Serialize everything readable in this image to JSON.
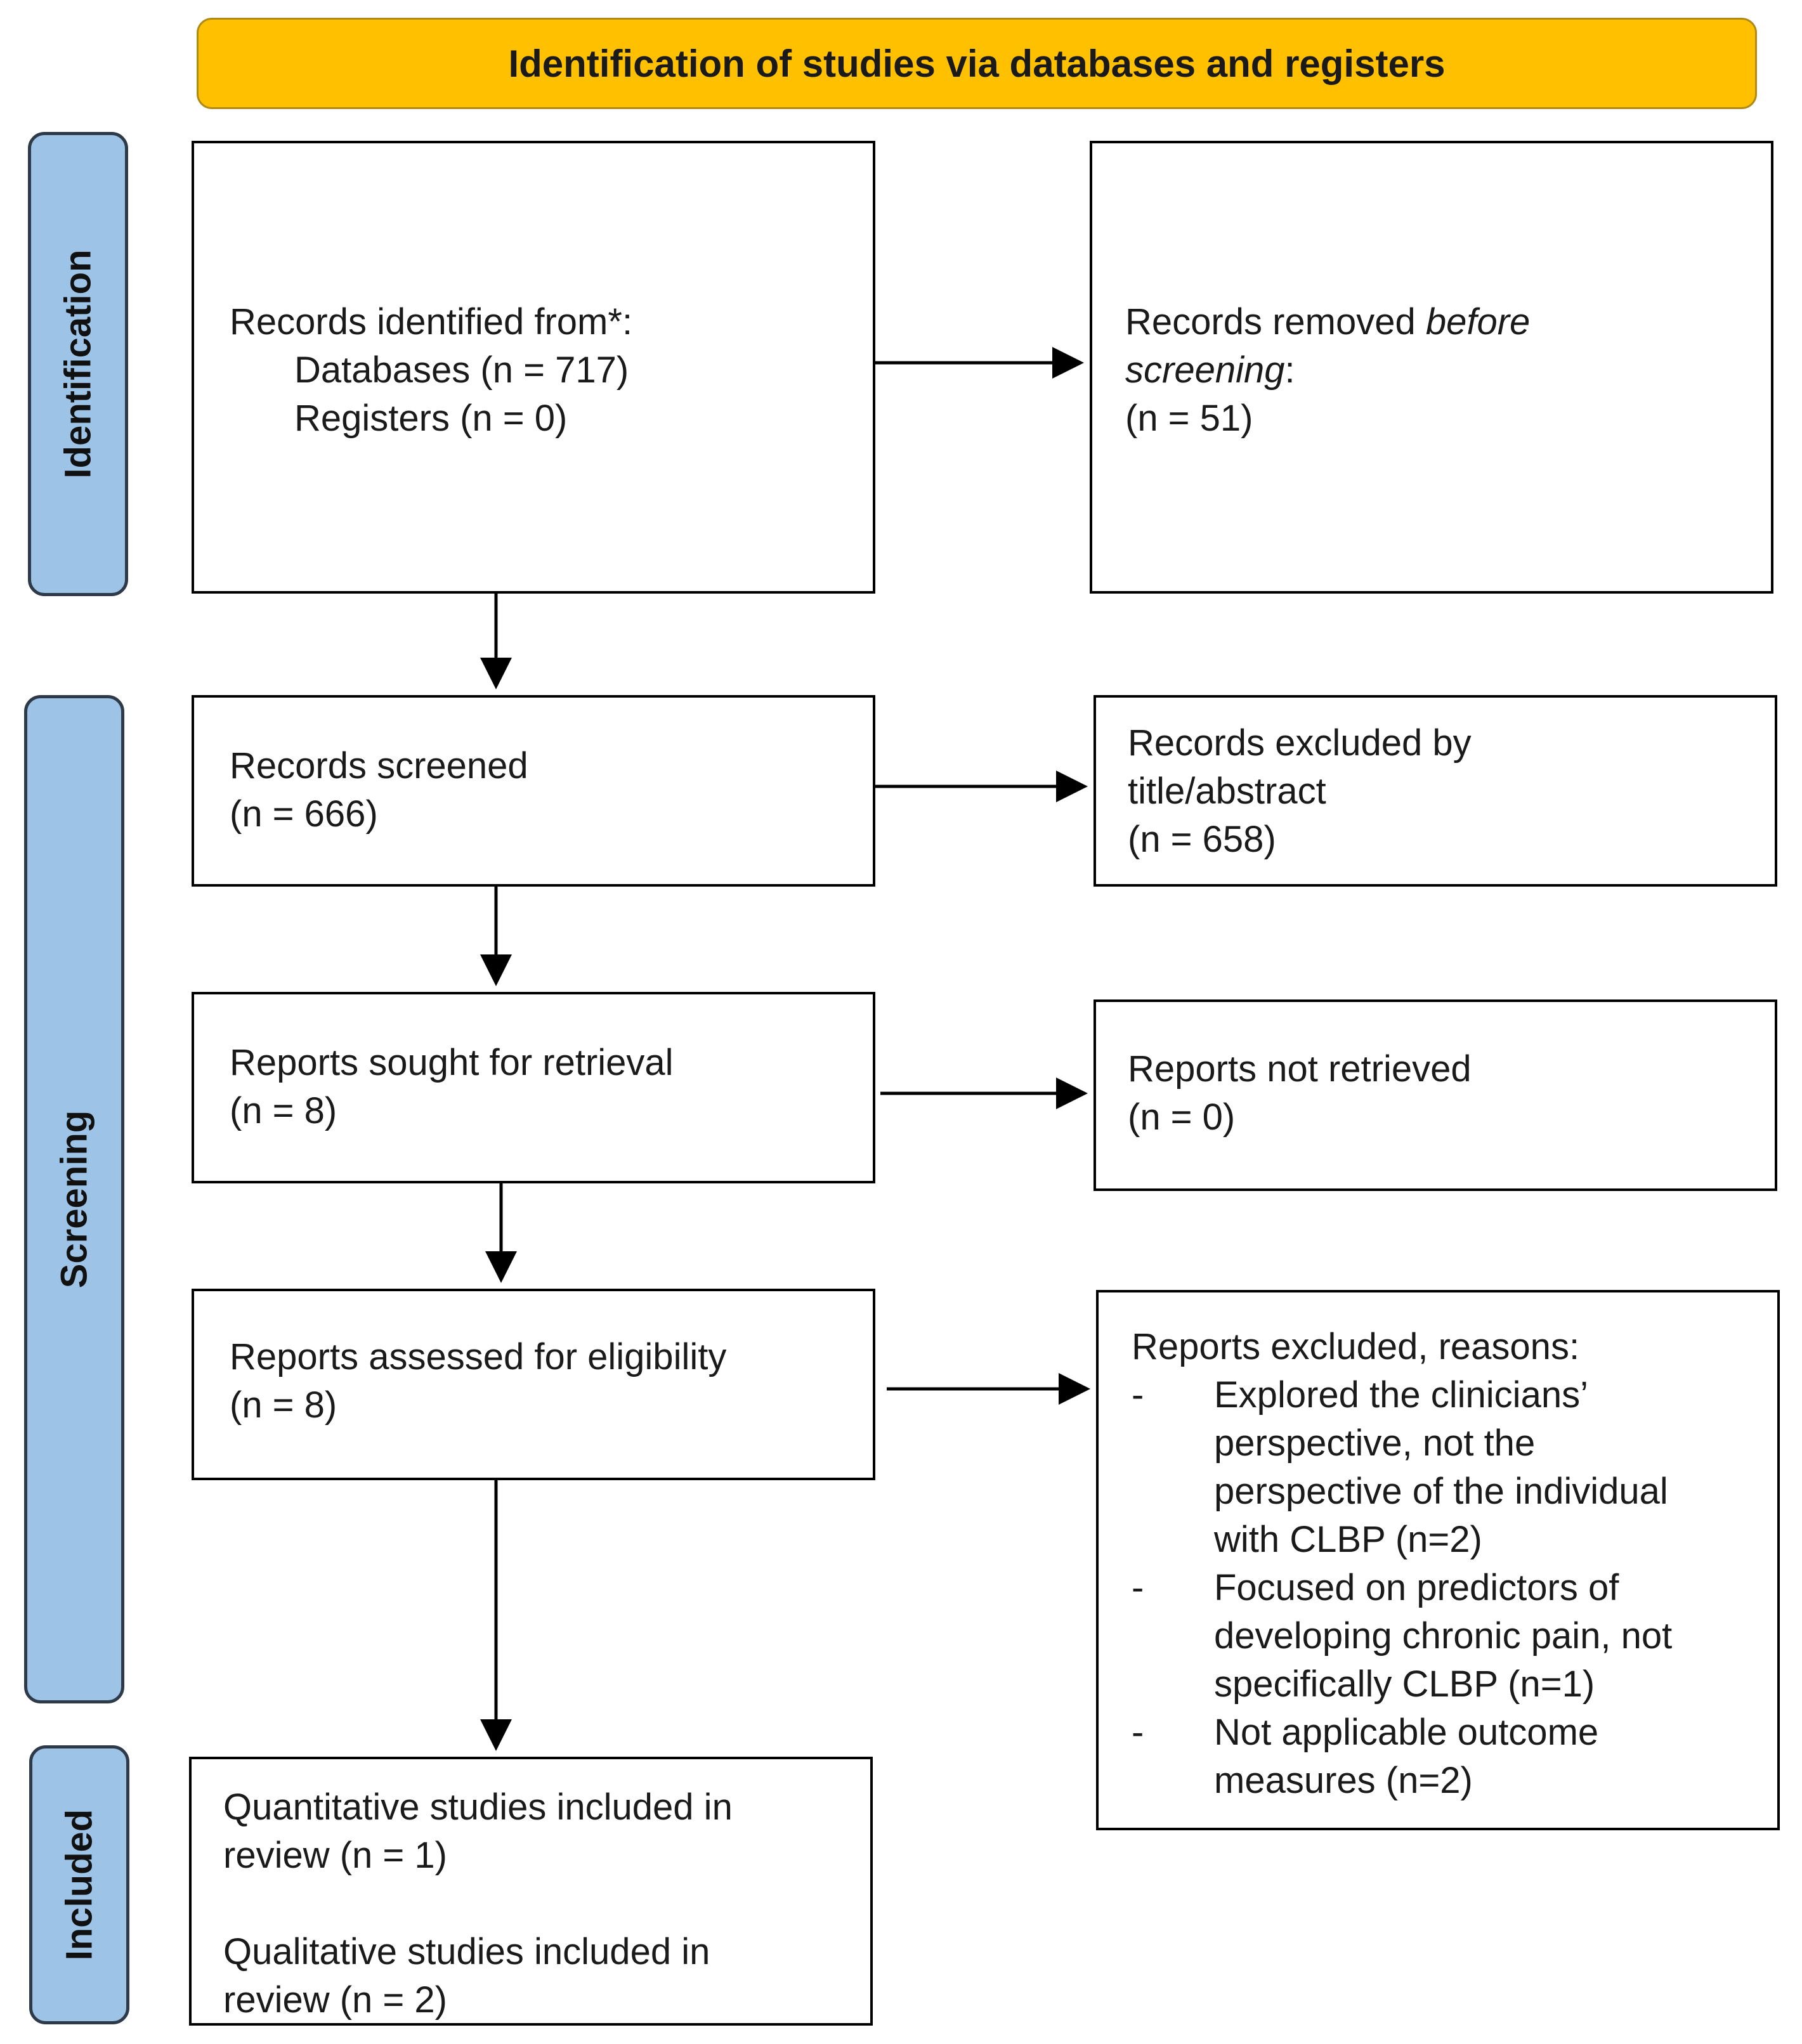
{
  "header": {
    "title": "Identification of studies via databases and registers"
  },
  "phases": {
    "identification": "Identification",
    "screening": "Screening",
    "included": "Included"
  },
  "identified": {
    "heading": "Records identified from*:",
    "databases": "Databases (n = 717)",
    "registers": "Registers (n = 0)"
  },
  "removed": {
    "line1_plain": "Records removed ",
    "line1_italic": "before",
    "line2_italic": "screening",
    "line2_plain": ":",
    "line3": "(n = 51)"
  },
  "screened": {
    "line1": "Records screened",
    "line2": "(n = 666)"
  },
  "excluded_title": {
    "line1": "Records excluded by",
    "line2": "title/abstract",
    "line3": "(n = 658)"
  },
  "sought": {
    "line1": "Reports sought for retrieval",
    "line2": "(n = 8)"
  },
  "not_retrieved": {
    "line1": "Reports not retrieved",
    "line2": "(n = 0)"
  },
  "assessed": {
    "line1": "Reports assessed for eligibility",
    "line2": "(n = 8)"
  },
  "excluded_reasons": {
    "heading": "Reports excluded, reasons:",
    "bullet_char": "-",
    "reasons": [
      [
        "Explored the clinicians’",
        "perspective, not the",
        "perspective of the individual",
        "with CLBP (n=2)"
      ],
      [
        "Focused on predictors of",
        "developing chronic pain, not",
        "specifically CLBP (n=1)"
      ],
      [
        "Not applicable outcome",
        "measures (n=2)"
      ]
    ]
  },
  "included": {
    "quant_line1": "Quantitative studies included in",
    "quant_line2": "review (n = 1)",
    "qual_line1": "Qualitative studies included in",
    "qual_line2": "review (n = 2)"
  }
}
